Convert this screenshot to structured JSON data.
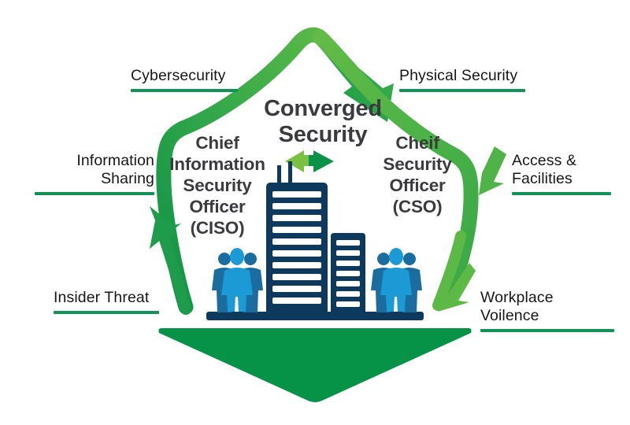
{
  "graphic": {
    "title": "Converged Security",
    "center_heading": "Converged\nSecurity",
    "roles": {
      "left": "Chief\nInformation\nSecurity\nOfficer\n(CISO)",
      "right": "Cheif\nSecurity\nOfficer\n(CSO)"
    },
    "labels": {
      "top_left": "Cybersecurity",
      "top_right": "Physical Security",
      "mid_left": "Information\nSharing",
      "mid_right": "Access &\nFacilities",
      "bottom_left": "Insider Threat",
      "bottom_right": "Workplace Voilence"
    },
    "colors": {
      "green_dark": "#1e9b4b",
      "green_mid": "#3aa847",
      "green_light": "#7ac143",
      "green_shield": "#069247",
      "green_rule": "#119257",
      "navy": "#0d3a5c",
      "blue_mid": "#1a6d9e",
      "blue_bright": "#1b9ad6",
      "text_dark": "#3b3b3f",
      "text_label": "#17171a",
      "background": "#ffffff"
    }
  }
}
